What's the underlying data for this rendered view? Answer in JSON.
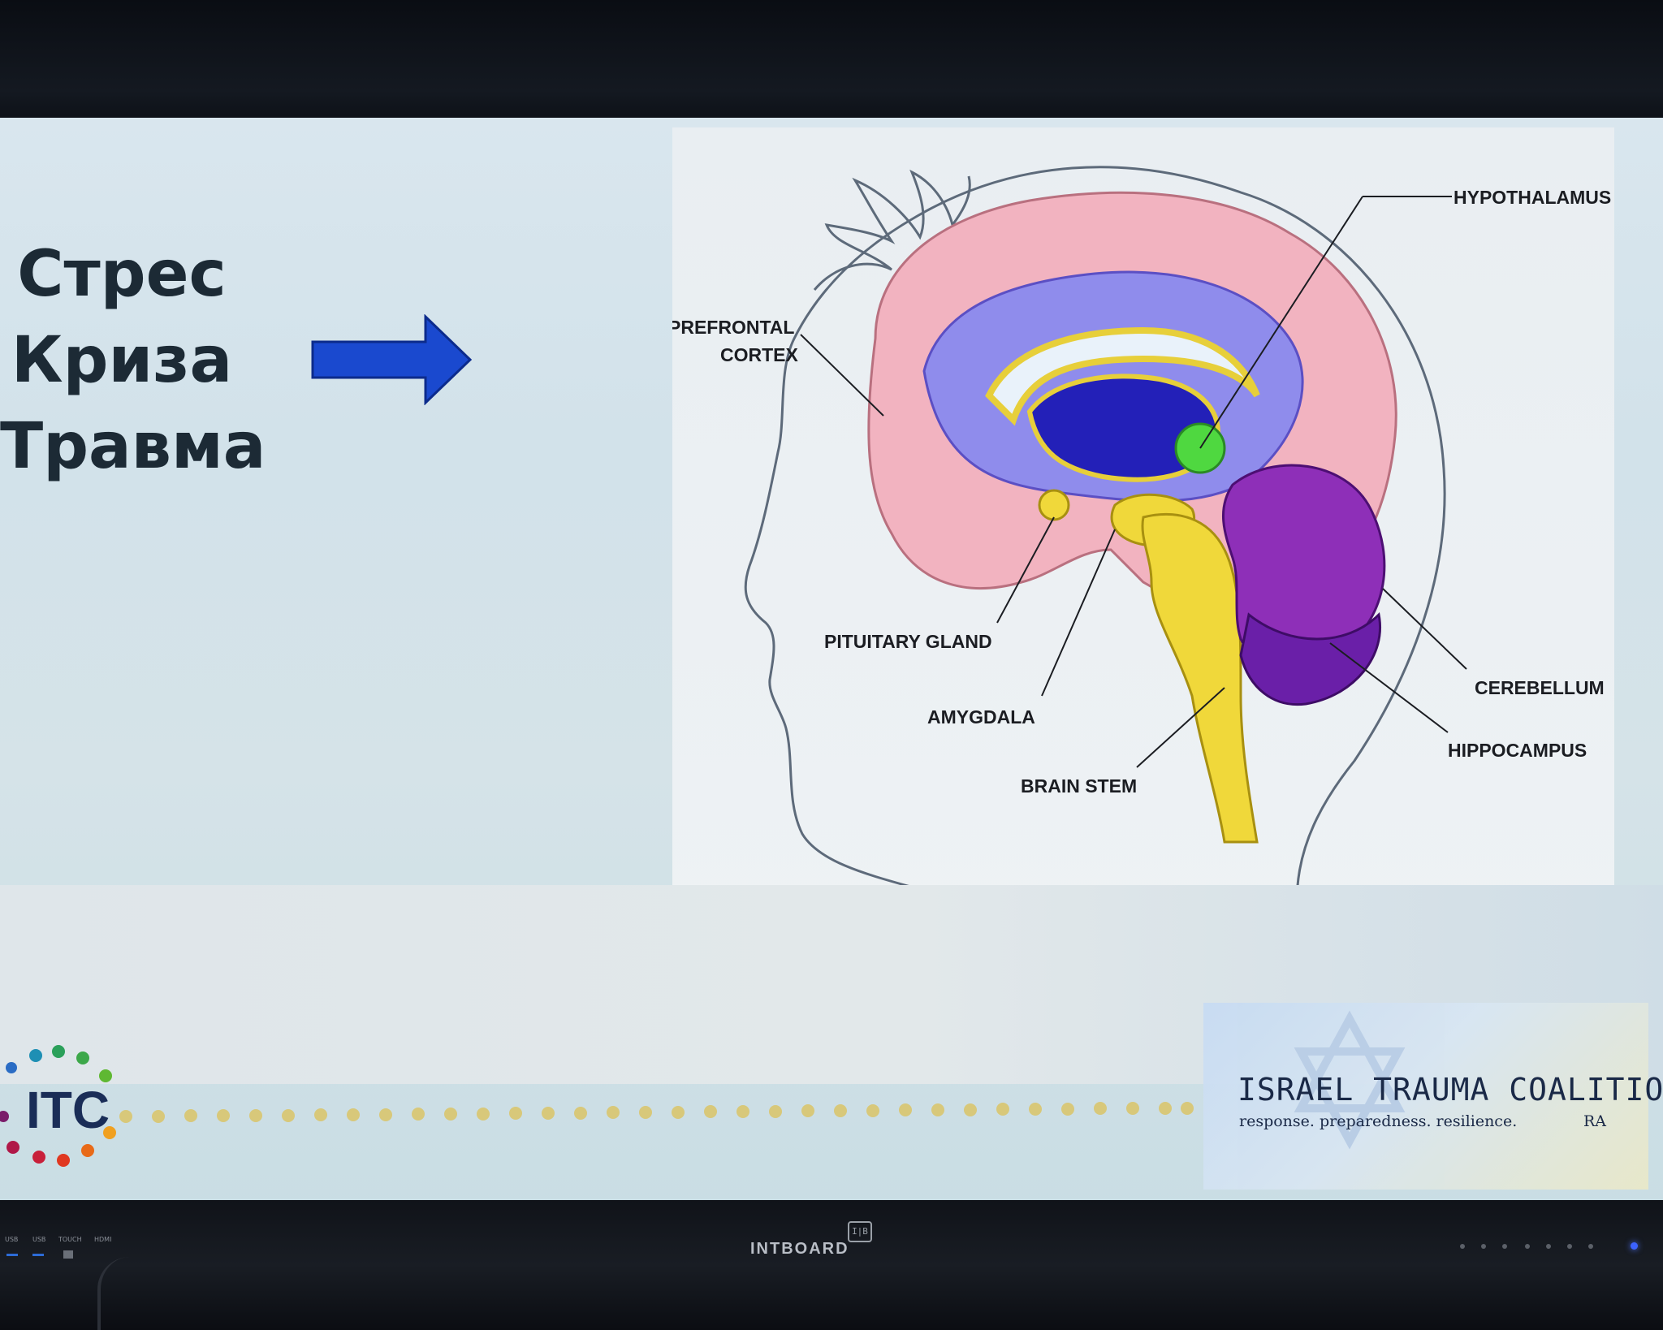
{
  "slide": {
    "words": [
      "Стрес",
      "Криза",
      "Травма"
    ]
  },
  "diagram": {
    "labels": {
      "prefrontal_1": "PREFRONTAL",
      "prefrontal_2": "CORTEX",
      "hypothalamus": "HYPOTHALAMUS",
      "pituitary": "PITUITARY GLAND",
      "amygdala": "AMYGDALA",
      "brain_stem": "BRAIN STEM",
      "cerebellum": "CEREBELLUM",
      "hippocampus": "HIPPOCAMPUS"
    },
    "colors": {
      "cortex": "#f2b3c0",
      "ventricle": "#8f8cec",
      "stem": "#f0d83a",
      "cerebellum": "#8e2fb8",
      "hypothalamus": "#4fd840",
      "arrow": "#1a49cf"
    }
  },
  "footer": {
    "logo_text": "ITC",
    "org_name": "ISRAEL TRAUMA COALITION",
    "tagline": "response. preparedness. resilience.",
    "org_suffix": "RA"
  },
  "monitor": {
    "brand": "INTBOARD",
    "brand_icon": "I|B",
    "ports": [
      "USB",
      "USB",
      "TOUCH",
      "HDMI"
    ]
  }
}
